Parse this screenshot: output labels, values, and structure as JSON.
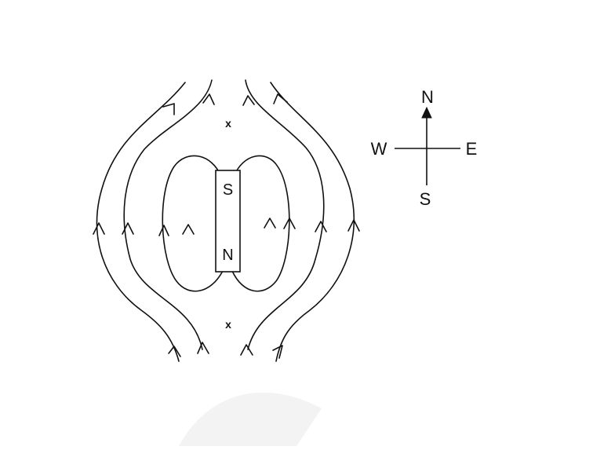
{
  "magnet": {
    "top_pole": "S",
    "bottom_pole": "N"
  },
  "neutral_points": {
    "upper": "x",
    "lower": "x"
  },
  "compass": {
    "north": "N",
    "south": "S",
    "east": "E",
    "west": "W"
  },
  "colors": {
    "ink": "#111111",
    "background": "#ffffff",
    "watermark": "#f3f3f3"
  }
}
